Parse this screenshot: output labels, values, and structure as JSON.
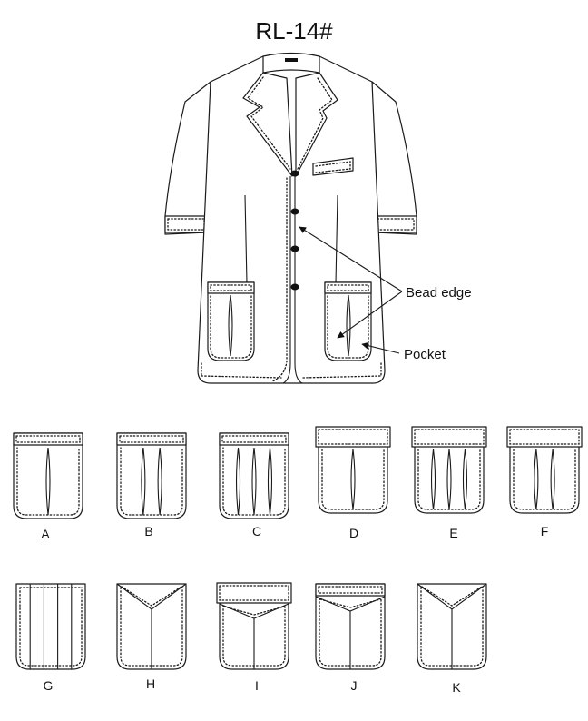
{
  "title": "RL-14#",
  "callouts": {
    "bead_edge": "Bead edge",
    "pocket": "Pocket"
  },
  "pockets": [
    {
      "label": "A",
      "flap": "band",
      "pleats": 1
    },
    {
      "label": "B",
      "flap": "band",
      "pleats": 2
    },
    {
      "label": "C",
      "flap": "band",
      "pleats": 3
    },
    {
      "label": "D",
      "flap": "overlap",
      "pleats": 1
    },
    {
      "label": "E",
      "flap": "overlap",
      "pleats": 3
    },
    {
      "label": "F",
      "flap": "overlap",
      "pleats": 2
    },
    {
      "label": "G",
      "flap": "none",
      "pleats": 0,
      "stripes": 4
    },
    {
      "label": "H",
      "flap": "v",
      "pleats": 0
    },
    {
      "label": "I",
      "flap": "overlap-v",
      "pleats": 0
    },
    {
      "label": "J",
      "flap": "band-v",
      "pleats": 0
    },
    {
      "label": "K",
      "flap": "v",
      "pleats": 0
    }
  ]
}
